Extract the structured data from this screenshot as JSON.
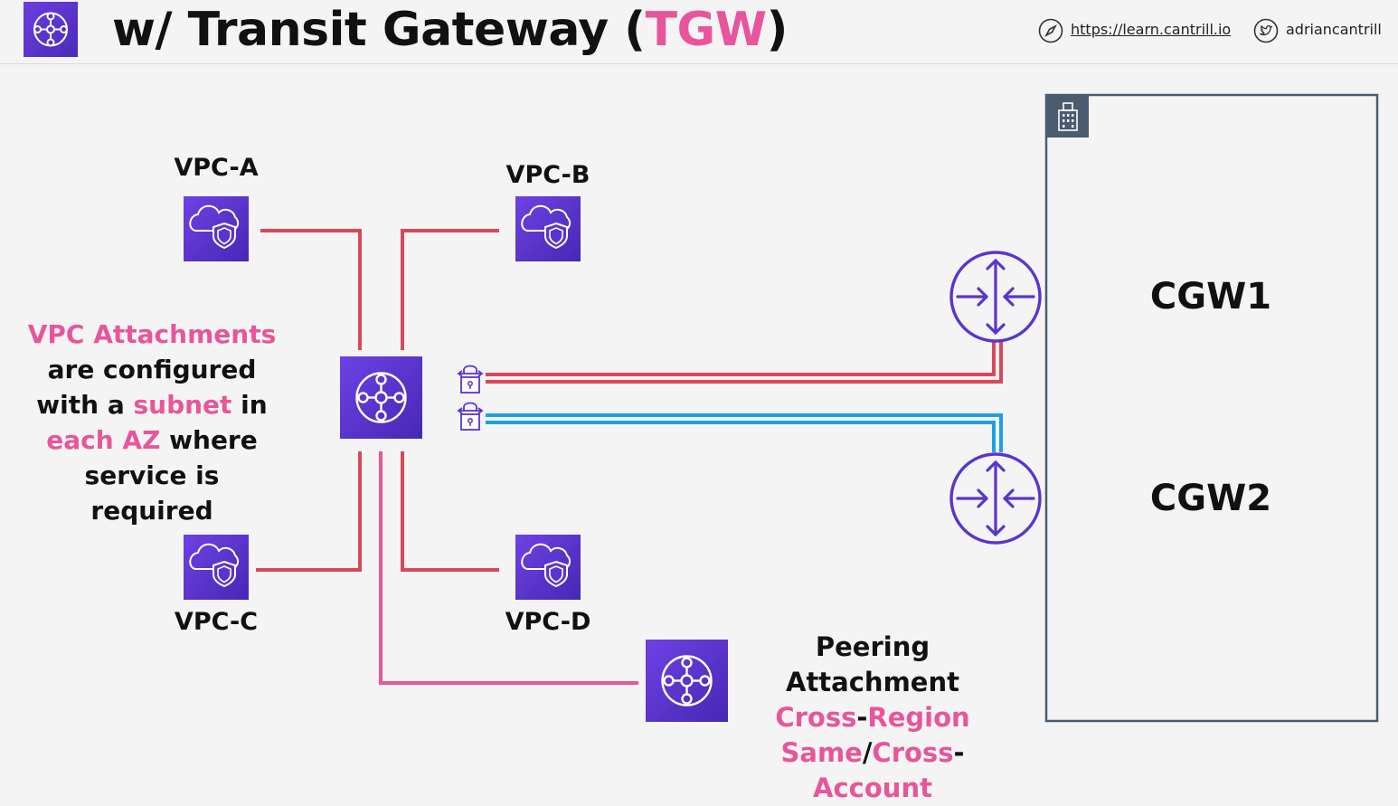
{
  "header": {
    "title_prefix": "w/ Transit Gateway (",
    "title_acronym": "TGW",
    "title_suffix": ")",
    "website": "https://learn.cantrill.io",
    "twitter_handle": "adriancantrill",
    "logo_icon": "transit-gateway-icon",
    "website_icon": "compass-icon",
    "twitter_icon": "twitter-bird-icon"
  },
  "vpcs": {
    "a": "VPC-A",
    "b": "VPC-B",
    "c": "VPC-C",
    "d": "VPC-D"
  },
  "customer_gateways": {
    "cgw1": "CGW1",
    "cgw2": "CGW2"
  },
  "note": {
    "part1": "VPC Attachments",
    "part2": " are configured with a ",
    "part3": "subnet",
    "part4": " in ",
    "part5": "each AZ",
    "part6": " where service is required"
  },
  "peering": {
    "line1": "Peering Attachment",
    "cross1": "Cross",
    "dash1": "-",
    "region": "Region",
    "same": "Same",
    "slash": "/",
    "cross2": "Cross",
    "dash2": "-",
    "account": "Account"
  },
  "colors": {
    "accent_pink": "#e8559a",
    "vpc_line_red": "#d9475a",
    "vpn_line_blue": "#1ba0e8",
    "aws_purple": "#5a34d0",
    "onprem_border": "#4b5b70"
  }
}
